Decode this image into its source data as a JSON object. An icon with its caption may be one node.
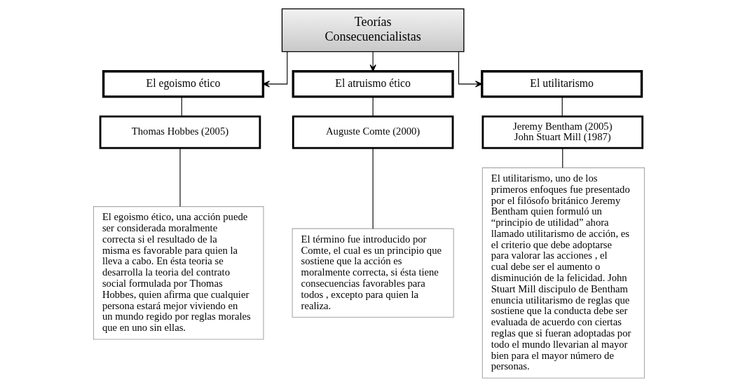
{
  "diagram": {
    "nodes": [
      {
        "text": [
          "Teorías Consecuencialistas"
        ]
      },
      {
        "text": [
          "El egoismo ético"
        ]
      },
      {
        "text": [
          "El atruismo ético"
        ]
      },
      {
        "text": [
          "El utilitarismo"
        ]
      },
      {
        "text": [
          "Thomas Hobbes (2005)"
        ]
      },
      {
        "text": [
          "Auguste Comte (2000)"
        ]
      },
      {
        "text": [
          "Jeremy Bentham (2005) John Stuart Mill (1987)"
        ]
      },
      {
        "text": [
          "El egoismo ético, una acción puede ser considerada moralmente correcta si el resultado de la misma es favorable para quien la lleva a cabo. En ésta teoria se desarrolla la teoria del contrato social formulada por Thomas Hobbes, quien afirma que cualquier persona estará mejor viviendo en un mundo regido por reglas morales que en uno sin ellas."
        ]
      },
      {
        "text": [
          "El término fue introducido por Comte, el cual es un principio que sostiene que la acción es moralmente correcta, si ésta tiene consecuencias favorables para todos , excepto para quien la realiza."
        ]
      },
      {
        "text": [
          "El utilitarismo, uno de los primeros enfoques fue presentado por el filósofo británico Jeremy Bentham quien formuló un “principio de utilidad” ahora llamado utilitarismo de acción, es el criterio que debe adoptarse para valorar las acciones , el cual debe ser el aumento o disminución de la felicidad. John Stuart Mill discipulo de Bentham enuncia utilitarismo de reglas que sostiene que la conducta debe ser evaluada de acuerdo con ciertas reglas que si fueran adoptadas por todo el mundo llevarian al mayor bien para el mayor número de personas."
        ]
      }
    ],
    "edges": [
      {
        "from": 0,
        "to": 1,
        "arrow": "to"
      },
      {
        "from": 0,
        "to": 2,
        "arrow": "to"
      },
      {
        "from": 0,
        "to": 3,
        "arrow": "to"
      },
      {
        "from": 1,
        "to": 4,
        "arrow": "none"
      },
      {
        "from": 2,
        "to": 5,
        "arrow": "none"
      },
      {
        "from": 3,
        "to": 6,
        "arrow": "none"
      },
      {
        "from": 4,
        "to": 7,
        "arrow": "none"
      },
      {
        "from": 5,
        "to": 8,
        "arrow": "none"
      },
      {
        "from": 6,
        "to": 9,
        "arrow": "none"
      }
    ]
  }
}
